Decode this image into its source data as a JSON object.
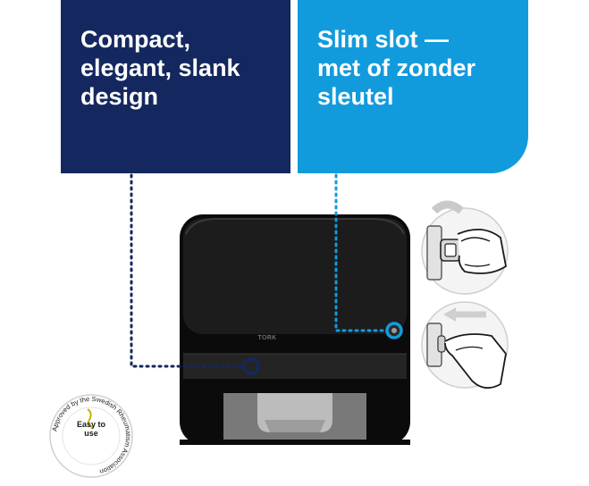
{
  "panels": {
    "left": {
      "title": "Compact,\nelegant, slank\ndesign"
    },
    "right": {
      "title": "Slim slot —\nmet of zonder\nsleutel"
    }
  },
  "product": {
    "brand": "TORK"
  },
  "badge": {
    "center_text": "Easy to\nuse",
    "ring_text": "Approved by the Swedish Rheumatism Association"
  },
  "colors": {
    "navy": "#14285f",
    "sky_blue": "#129bdc",
    "dispenser": "#0b0b0b"
  }
}
